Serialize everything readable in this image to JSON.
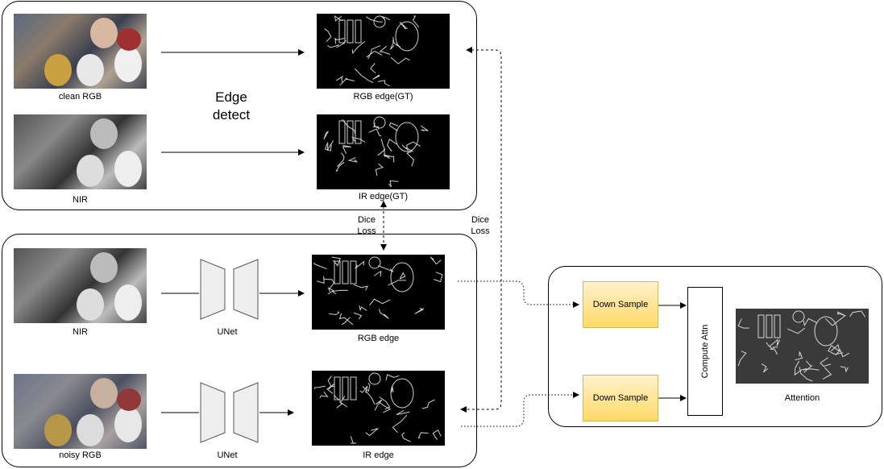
{
  "top_panel": {
    "clean_rgb_label": "clean RGB",
    "nir_label": "NIR",
    "edge_detect_label_line1": "Edge",
    "edge_detect_label_line2": "detect",
    "rgb_edge_gt_label": "RGB edge(GT)",
    "ir_edge_gt_label": "IR edge(GT)"
  },
  "loss_labels": {
    "center_line1": "Dice",
    "center_line2": "Loss",
    "right_line1": "Dice",
    "right_line2": "Loss"
  },
  "bottom_panel": {
    "nir_label": "NIR",
    "noisy_rgb_label": "noisy RGB",
    "unet_top_label": "UNet",
    "unet_bottom_label": "UNet",
    "rgb_edge_label": "RGB edge",
    "ir_edge_label": "IR edge"
  },
  "attention_panel": {
    "down_sample_top": "Down Sample",
    "down_sample_bottom": "Down Sample",
    "compute_attn": "Compute Attn",
    "attention_label": "Attention"
  },
  "colors": {
    "down_sample_fill_top": "#fff2cc",
    "down_sample_fill_bottom": "#ffd966",
    "down_sample_border": "#d6b656",
    "unet_fill": "#eeeeee"
  }
}
